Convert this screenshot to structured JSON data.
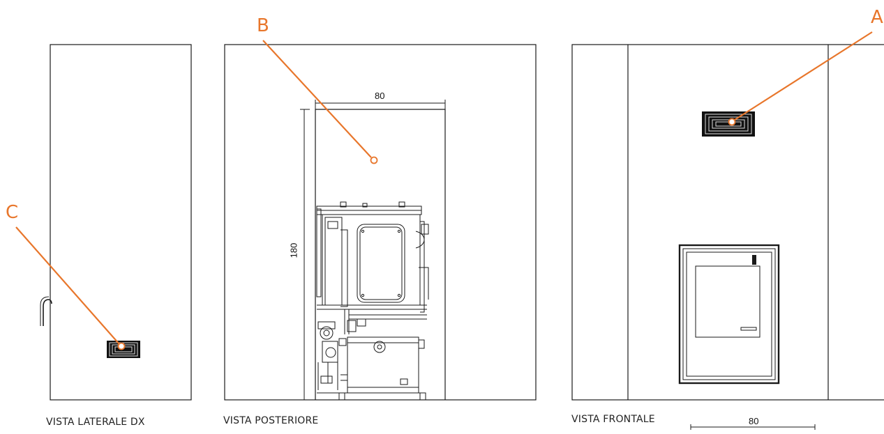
{
  "views": {
    "side": {
      "caption": "VISTA LATERALE DX"
    },
    "rear": {
      "caption": "VISTA POSTERIORE"
    },
    "front": {
      "caption": "VISTA FRONTALE"
    }
  },
  "callouts": {
    "a": "A",
    "b": "B",
    "c": "C"
  },
  "dimensions": {
    "rear_width": "80",
    "rear_height": "180",
    "front_width": "80"
  },
  "colors": {
    "accent": "#e8762b",
    "line": "#1a1a1a"
  }
}
